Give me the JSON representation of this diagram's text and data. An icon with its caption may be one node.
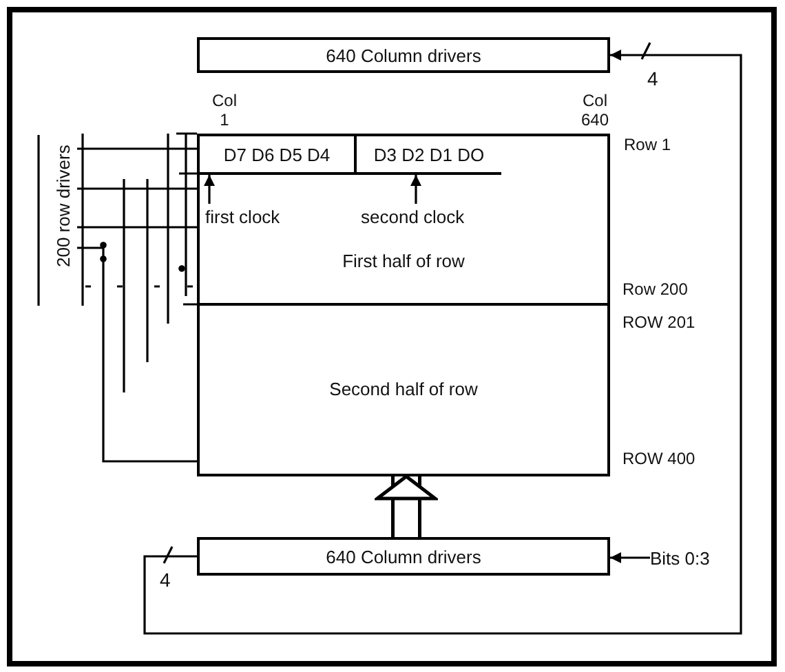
{
  "diagram": {
    "nodes": [
      {
        "text": [
          "640 Column drivers"
        ]
      },
      {
        "text": [
          "First half of row"
        ]
      },
      {
        "text": [
          "D7 D6 D5 D4"
        ],
        "in": 1
      },
      {
        "text": [
          "D3 D2 D1 DO"
        ],
        "in": 1
      },
      {
        "text": [
          "first clock"
        ],
        "in": 1
      },
      {
        "text": [
          "second clock"
        ],
        "in": 1
      },
      {
        "text": [
          "Second half of row"
        ]
      },
      {
        "text": [
          "200 row drivers"
        ]
      },
      {
        "text": [
          "640 Column drivers"
        ]
      },
      {
        "text": [
          "Bits 0:3"
        ]
      }
    ],
    "edges": [
      {
        "from": 4,
        "to": 2,
        "arrow": "to"
      },
      {
        "from": 5,
        "to": 3,
        "arrow": "to"
      },
      {
        "from": 7,
        "to": 1,
        "arrow": "none"
      },
      {
        "from": 7,
        "to": 6,
        "arrow": "none"
      },
      {
        "from": 8,
        "to": 6,
        "arrow": "to",
        "style": "thick"
      },
      {
        "from": 9,
        "to": 8,
        "arrow": "to"
      },
      {
        "from": 8,
        "to": 0,
        "arrow": "to",
        "label": "4"
      },
      {
        "from": 7,
        "to": 1,
        "arrow": "none"
      },
      {
        "from": 7,
        "to": 1,
        "arrow": "none"
      }
    ],
    "labels": [
      "Col 1",
      "Col 640",
      "Row 1",
      "Row 200",
      "ROW 201",
      "ROW 400",
      "4"
    ]
  }
}
